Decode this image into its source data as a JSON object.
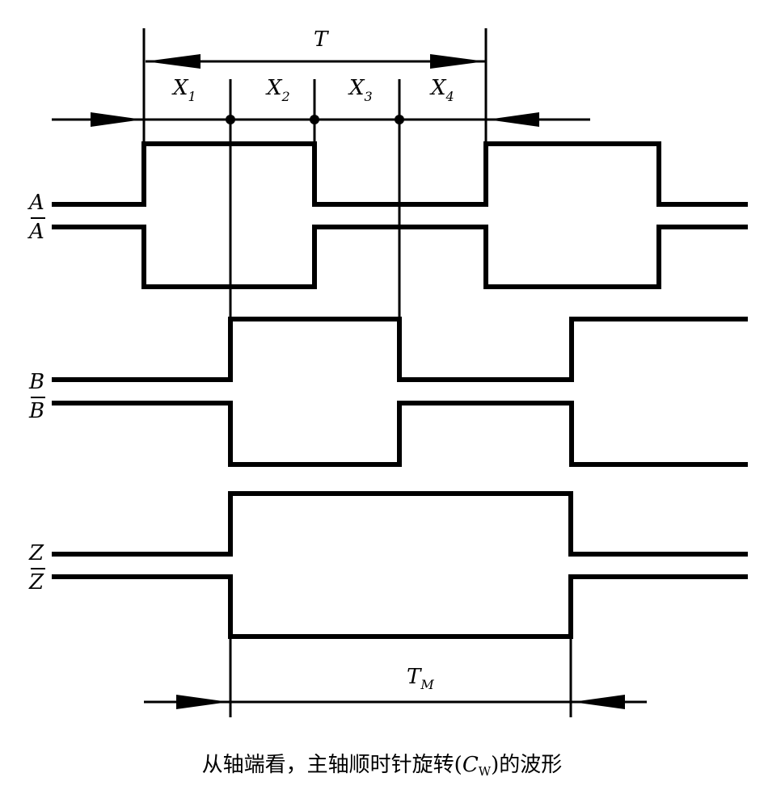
{
  "labels": {
    "period": "T",
    "x1": {
      "base": "X",
      "sub": "1"
    },
    "x2": {
      "base": "X",
      "sub": "2"
    },
    "x3": {
      "base": "X",
      "sub": "3"
    },
    "x4": {
      "base": "X",
      "sub": "4"
    },
    "a": "A",
    "a_bar": "A",
    "b": "B",
    "b_bar": "B",
    "z": "Z",
    "z_bar": "Z",
    "tm": {
      "base": "T",
      "sub": "M"
    }
  },
  "caption": {
    "prefix": "从轴端看，主轴顺时针旋转(",
    "symbol": "C",
    "symbol_sub": "W",
    "suffix": ")的波形"
  },
  "colors": {
    "ink": "#000000",
    "background": "#ffffff"
  }
}
